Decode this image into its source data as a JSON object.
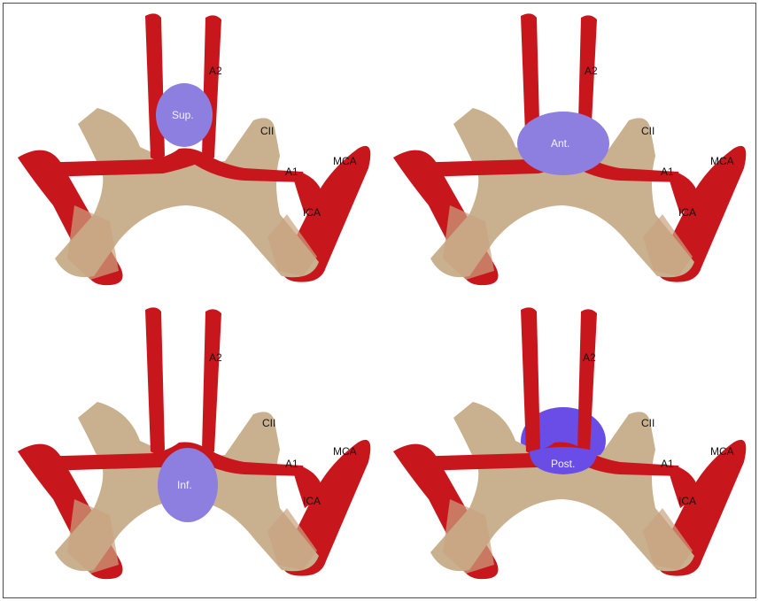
{
  "colors": {
    "artery": "#c8161d",
    "nerve": "#c9b18f",
    "aneurysm": "#8d7fe0",
    "aneurysm_post": "#6a4de6",
    "frame": "#4a4a4a"
  },
  "labels": {
    "a2": "A2",
    "a1": "A1",
    "cii": "CII",
    "mca": "MCA",
    "ica": "ICA"
  },
  "panels": [
    {
      "aneurysm_label": "Sup.",
      "position": "superior"
    },
    {
      "aneurysm_label": "Ant.",
      "position": "anterior"
    },
    {
      "aneurysm_label": "Inf.",
      "position": "inferior"
    },
    {
      "aneurysm_label": "Post.",
      "position": "posterior"
    }
  ]
}
